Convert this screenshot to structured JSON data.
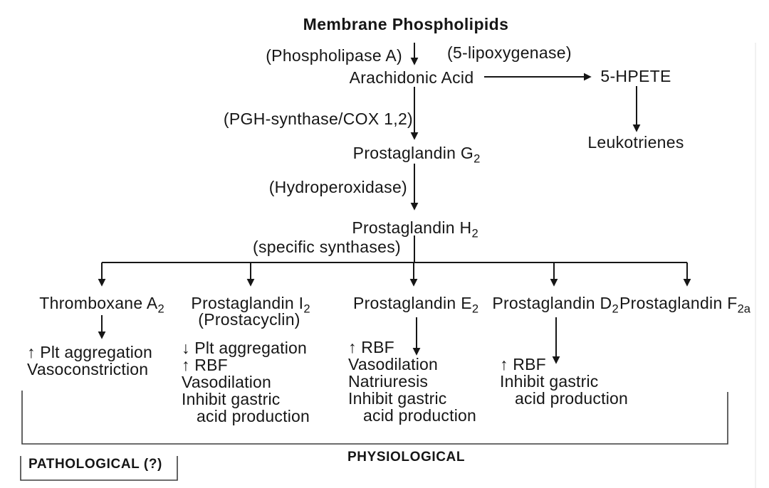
{
  "colors": {
    "ink": "#161616",
    "bracket": "#3d3d3d",
    "background": "#ffffff"
  },
  "diagram": {
    "title": "Membrane Phospholipids",
    "enzymes": {
      "phospholipase": "(Phospholipase A)",
      "lipoxygenase": "(5-lipoxygenase)",
      "cox": "(PGH-synthase/COX 1,2)",
      "hydroperoxidase": "(Hydroperoxidase)",
      "synthases": "(specific synthases)"
    },
    "intermediates": {
      "arachidonic_acid": "Arachidonic Acid",
      "hpete": "5-HPETE",
      "leukotrienes": "Leukotrienes",
      "pgg2": {
        "base": "Prostaglandin G",
        "sub": "2"
      },
      "pgh2": {
        "base": "Prostaglandin H",
        "sub": "2"
      }
    },
    "products": [
      {
        "base": "Thromboxane A",
        "sub": "2",
        "effects": [
          "↑ Plt aggregation",
          "Vasoconstriction"
        ]
      },
      {
        "base": "Prostaglandin I",
        "sub": "2",
        "alt_name": "(Prostacyclin)",
        "effects": [
          "↓ Plt aggregation",
          "↑ RBF",
          "Vasodilation",
          "Inhibit gastric",
          "acid production"
        ]
      },
      {
        "base": "Prostaglandin E",
        "sub": "2",
        "effects": [
          "↑ RBF",
          "Vasodilation",
          "Natriuresis",
          "Inhibit gastric",
          "acid production"
        ]
      },
      {
        "base": "Prostaglandin D",
        "sub": "2",
        "effects": [
          "↑ RBF",
          "Inhibit gastric",
          "acid production"
        ]
      },
      {
        "base": "Prostaglandin F",
        "sub": "2a",
        "effects": []
      }
    ],
    "footer": {
      "pathological": "PATHOLOGICAL (?)",
      "physiological": "PHYSIOLOGICAL"
    }
  }
}
